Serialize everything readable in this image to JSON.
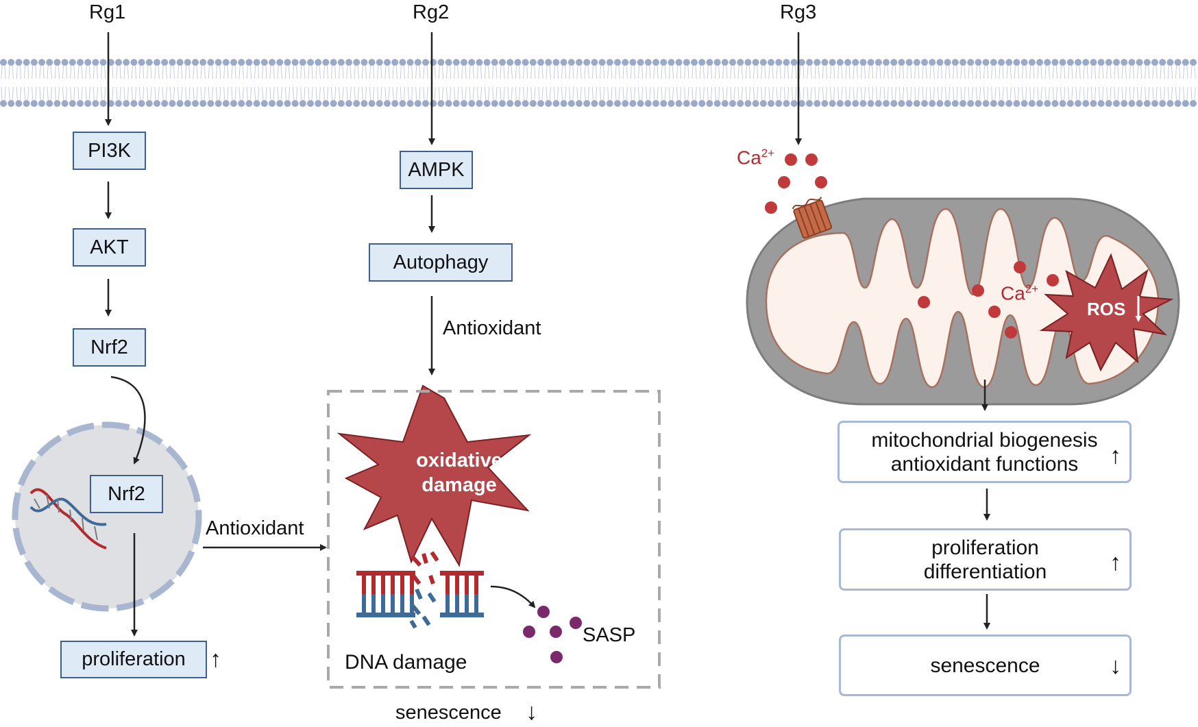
{
  "inputs": {
    "rg1": "Rg1",
    "rg2": "Rg2",
    "rg3": "Rg3"
  },
  "rg1_pathway": {
    "pi3k": "PI3K",
    "akt": "AKT",
    "nrf2_cytoplasm": "Nrf2",
    "nrf2_nucleus": "Nrf2",
    "antioxidant": "Antioxidant",
    "proliferation": "proliferation",
    "proliferation_change": "↑"
  },
  "rg2_pathway": {
    "ampk": "AMPK",
    "autophagy": "Autophagy",
    "antioxidant": "Antioxidant",
    "oxidative_damage_line1": "oxidative",
    "oxidative_damage_line2": "damage",
    "dna_damage": "DNA damage",
    "sasp": "SASP",
    "senescence": "senescence",
    "senescence_change": "↓"
  },
  "rg3_pathway": {
    "calcium_outside": "Ca",
    "calcium_outside_charge": "2+",
    "calcium_inside": "Ca",
    "calcium_inside_charge": "2+",
    "ros": "ROS",
    "ros_change": "↓",
    "box1_line1": "mitochondrial biogenesis",
    "box1_line2": "antioxidant functions",
    "box1_change": "↑",
    "box2_line1": "proliferation",
    "box2_line2": "differentiation",
    "box2_change": "↑",
    "box3_line1": "senescence",
    "box3_change": "↓"
  },
  "colors": {
    "membrane_head": "#9aa9c7",
    "box_fill": "#dfeaf7",
    "box_border": "#3d5f8c",
    "damage_red": "#b5474b",
    "calcium_red": "#c0393b",
    "sasp_purple": "#7a2a6b",
    "mito_outer": "#9a9a9a",
    "mito_inner": "#fdf1ec",
    "nucleus_fill": "#dfe0e3",
    "rounded_box_border": "#a7b8d6",
    "dna_red": "#b22a2e",
    "dna_blue": "#3d6a96"
  },
  "icons": [
    "cell-membrane-icon",
    "nucleus-icon",
    "dna-helix-icon",
    "mitochondrion-icon",
    "calcium-channel-icon",
    "dna-damage-icon",
    "starburst-icon",
    "arrow-icon"
  ]
}
